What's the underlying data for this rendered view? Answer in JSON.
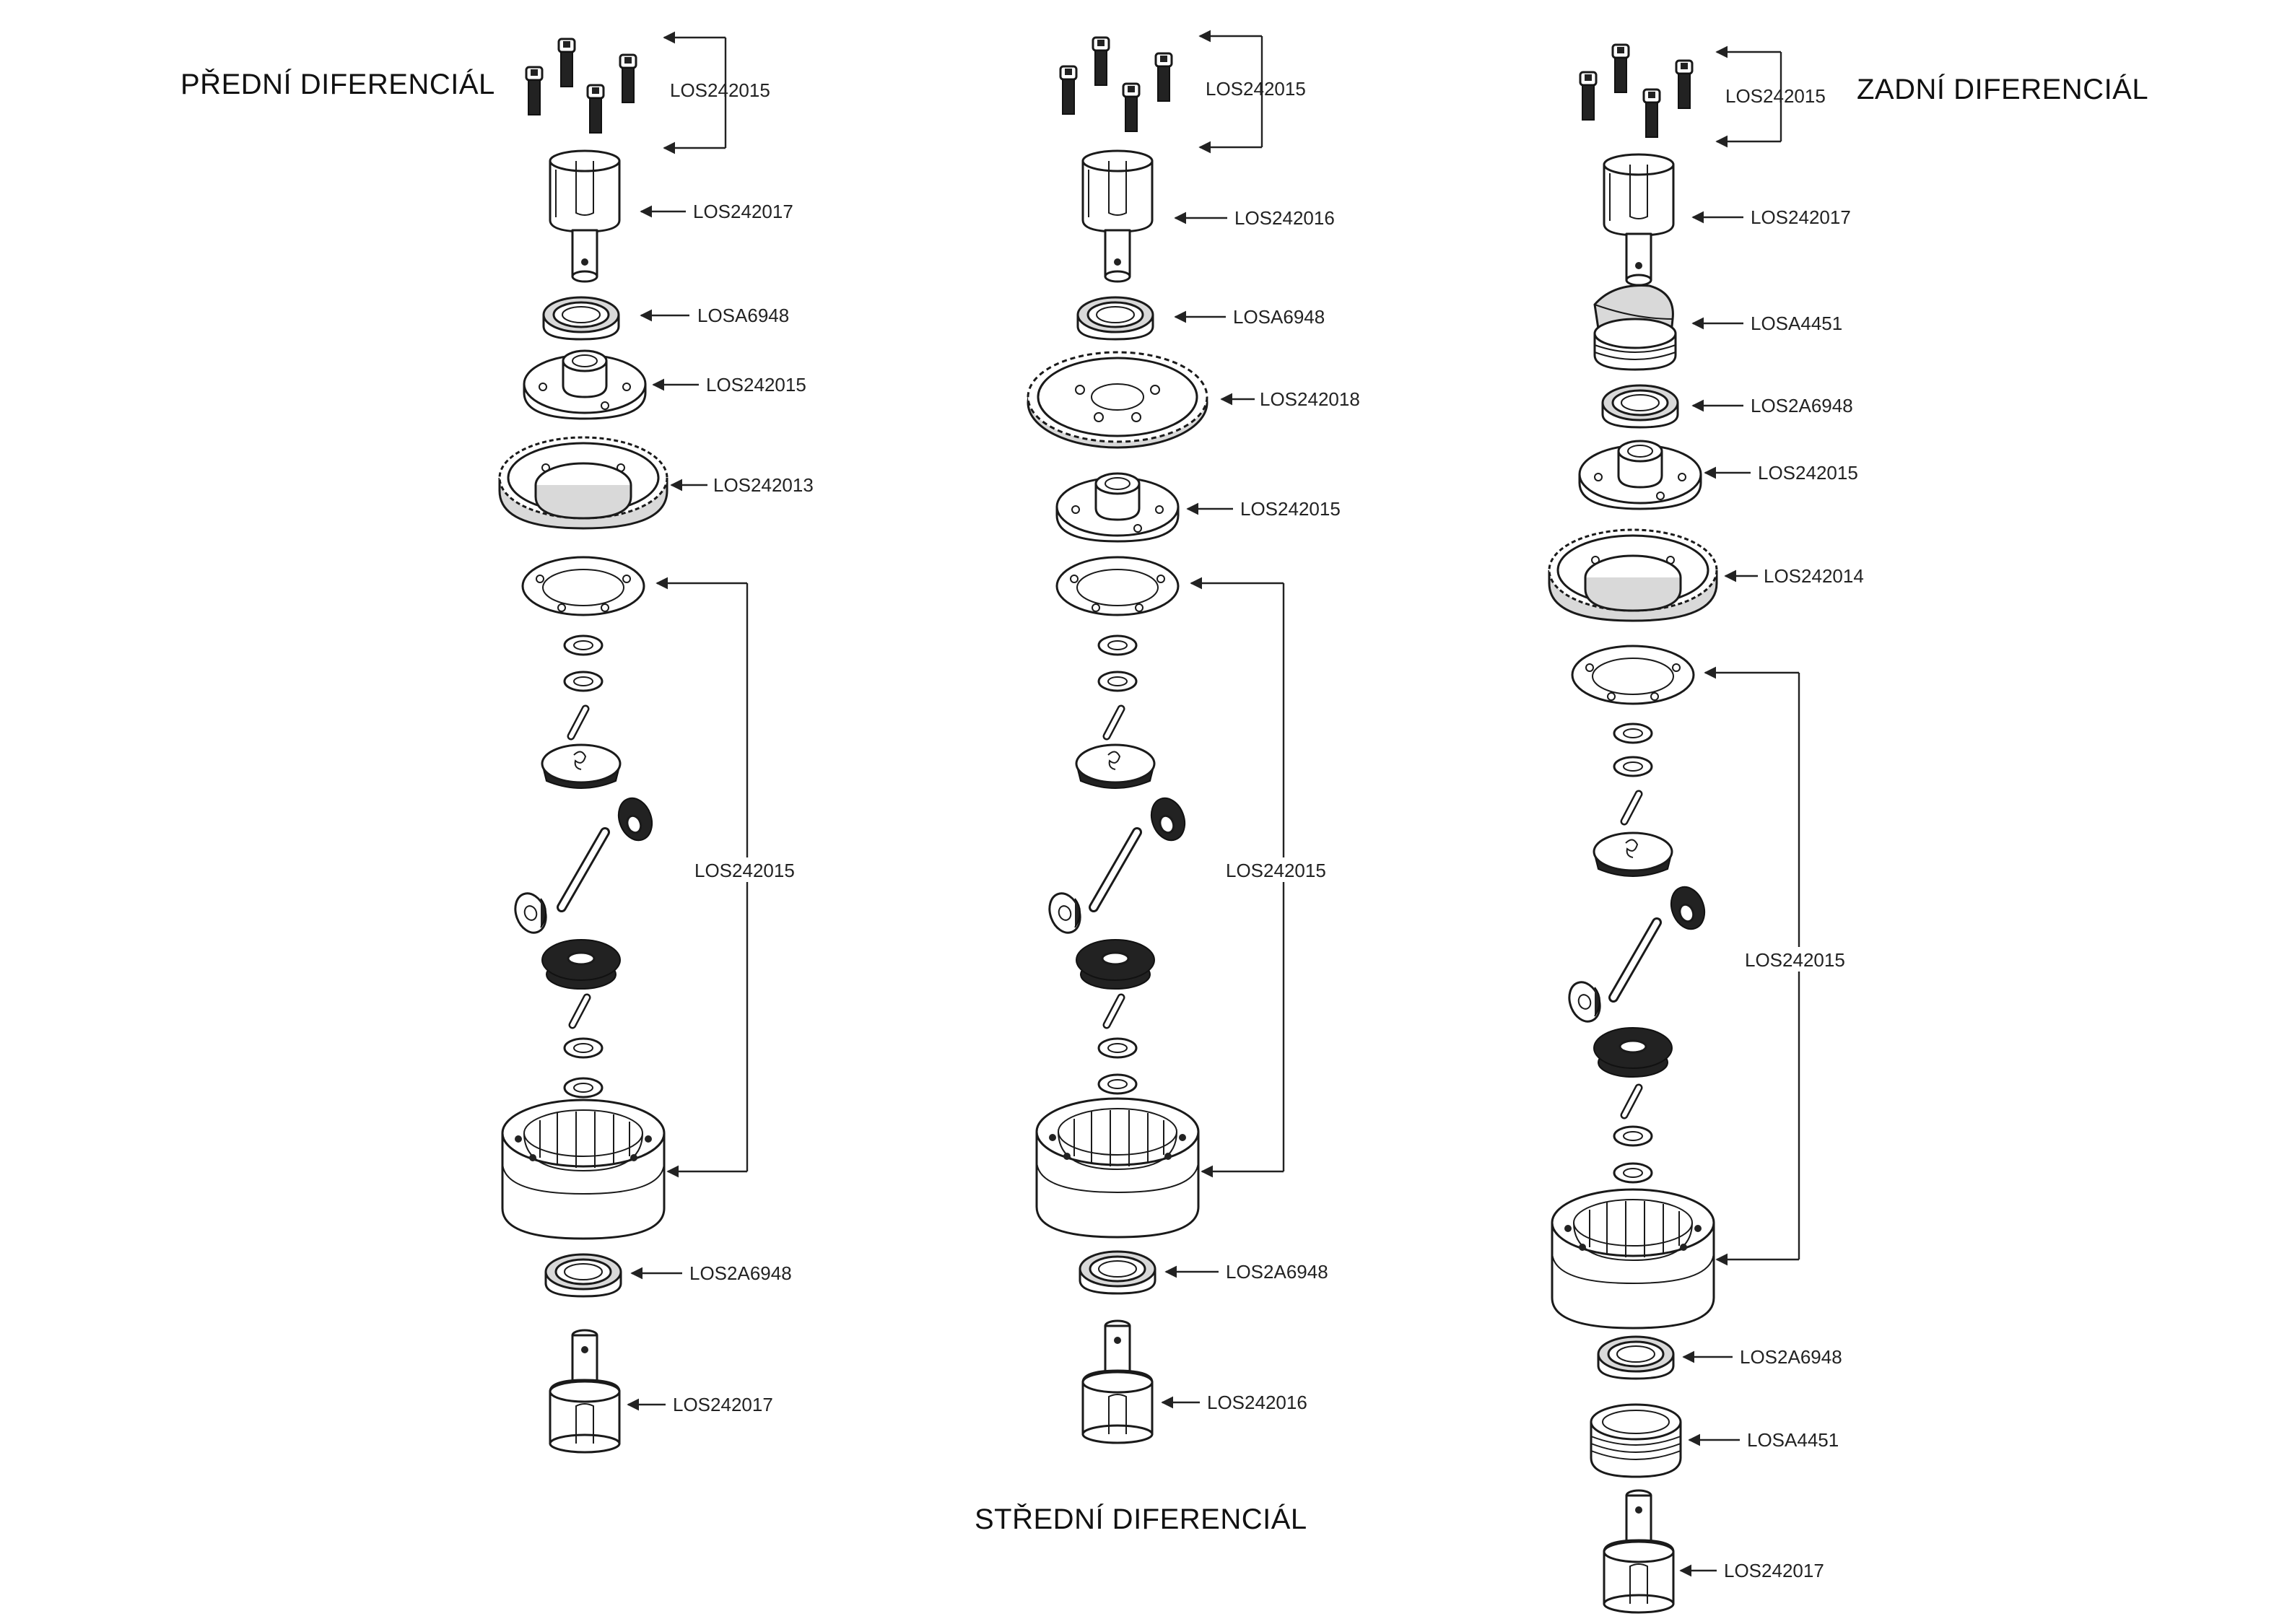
{
  "titles": {
    "front": "PŘEDNÍ DIFERENCIÁL",
    "center": "STŘEDNÍ DIFERENCIÁL",
    "rear": "ZADNÍ DIFERENCIÁL"
  },
  "front_labels": {
    "screws": "LOS242015",
    "outdrive_top": "LOS242017",
    "bearing_top": "LOSA6948",
    "cover": "LOS242015",
    "ring_gear": "LOS242013",
    "internals": "LOS242015",
    "bearing_bottom": "LOS2A6948",
    "outdrive_bottom": "LOS242017"
  },
  "center_labels": {
    "screws": "LOS242015",
    "outdrive_top": "LOS242016",
    "bearing_top": "LOSA6948",
    "spur_gear": "LOS242018",
    "cover": "LOS242015",
    "internals": "LOS242015",
    "bearing_bottom": "LOS2A6948",
    "outdrive_bottom": "LOS242016"
  },
  "rear_labels": {
    "screws": "LOS242015",
    "outdrive_top": "LOS242017",
    "insert_top": "LOSA4451",
    "bearing_top": "LOS2A6948",
    "cover": "LOS242015",
    "ring_gear": "LOS242014",
    "internals": "LOS242015",
    "bearing_bottom": "LOS2A6948",
    "insert_bottom": "LOSA4451",
    "outdrive_bottom": "LOS242017"
  },
  "icons": [
    "screw-icon",
    "outdrive-icon",
    "bearing-icon",
    "cover-icon",
    "ring-gear-icon",
    "spur-gear-icon",
    "gasket-icon",
    "washer-icon",
    "pin-icon",
    "bevel-gear-icon",
    "case-icon",
    "insert-icon"
  ]
}
